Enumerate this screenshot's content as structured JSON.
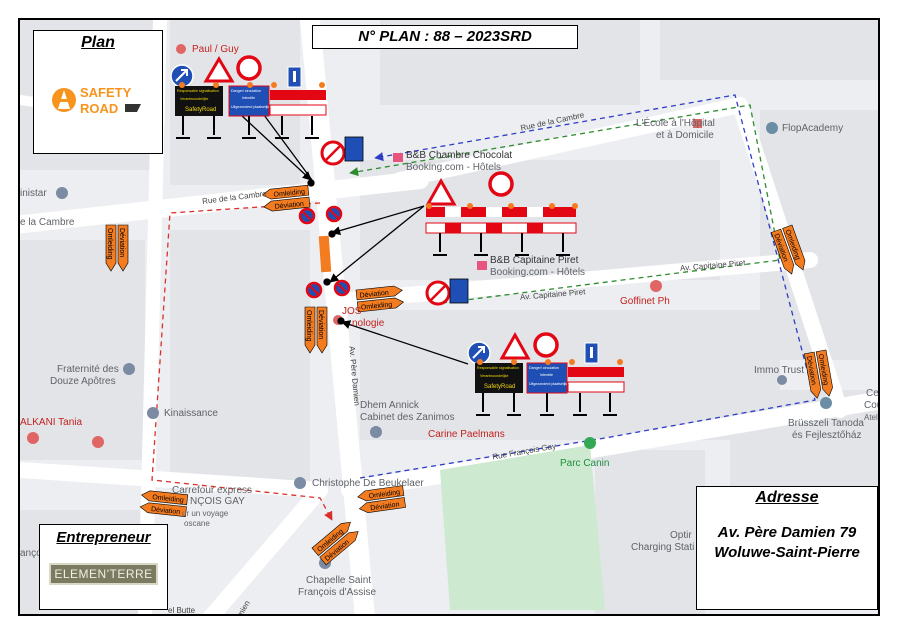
{
  "plan_number": "N° PLAN : 88 – 2023SRD",
  "plan_box": {
    "title": "Plan",
    "logo_text_1": "SAFETY",
    "logo_text_2": "ROAD"
  },
  "contractor_box": {
    "title": "Entrepreneur",
    "logo_text": "ELEMEN'TERRE"
  },
  "address_box": {
    "title": "Adresse",
    "line1": "Av. Père Damien 79",
    "line2": "Woluwe-Saint-Pierre"
  },
  "map_labels": {
    "paul_guy": "Paul / Guy",
    "ministar": "inistar",
    "la_cambre_left": "e la Cambre",
    "rue_cambre_1": "Rue de la Cambre",
    "rue_cambre_2": "Rue de la Cambre",
    "bb_chocolat": "B&B Chambre Chocolat",
    "booking_1": "Booking.com - Hôtels",
    "ecole_1": "L'École à l'Hôpital",
    "ecole_2": "et à Domicile",
    "flop": "FlopAcademy",
    "bb_piret": "B&B Capitaine Piret",
    "booking_2": "Booking.com - Hôtels",
    "av_piret_1": "Av. Capitaine Piret",
    "av_piret_2": "Av. Capitaine Piret",
    "goffinet": "Goffinet Ph",
    "jos": "JOS",
    "nologie": "nologie",
    "fraternite_1": "Fraternité des",
    "fraternite_2": "Douze Apôtres",
    "immo": "Immo Trust",
    "ce": "Ce",
    "cou": "Cou",
    "ateli": "Ateli",
    "alkani": "ALKANI Tania",
    "kinaissance": "Kinaissance",
    "dhem_1": "Dhem Annick",
    "dhem_2": "Cabinet des Zanimos",
    "brusszeli_1": "Brüsszeli Tanoda",
    "brusszeli_2": "és Fejlesztőház",
    "carine": "Carine Paelmans",
    "rue_francois": "Rue François Gay",
    "parc": "Parc Canin",
    "av_damien": "Av. Père Damien",
    "christophe": "Christophe De Beukelaer",
    "carrefour_1": "Carrefour express",
    "carrefour_2": "NÇOIS GAY",
    "carrefour_3": "ur un voyage",
    "carrefour_4": "oscane",
    "opti": "Optir",
    "charging": "Charging Stati",
    "chapelle_1": "Chapelle Saint",
    "chapelle_2": "François d'Assise",
    "ancois": "ançois",
    "damien_bottom": "amien",
    "butte": "el Butte"
  },
  "sign_text": {
    "deviation": "Déviation",
    "omleiding": "Omleiding",
    "panel_yellow_1": "Responsable signalisation",
    "panel_yellow_2": "Verantwoordelijke",
    "panel_yellow_3": "SafetyRoad",
    "panel_blue_1": "Danger! circulation",
    "panel_blue_2": "Interdite",
    "panel_blue_3": "Uitgezonderd plaatselijk verkeer"
  },
  "colors": {
    "route_red": "#d9302c",
    "route_blue": "#2f3dc4",
    "route_green": "#2e8b2e",
    "detour_orange": "#f47c20",
    "barrier_red": "#e30613",
    "sign_blue": "#1f4fb5"
  }
}
